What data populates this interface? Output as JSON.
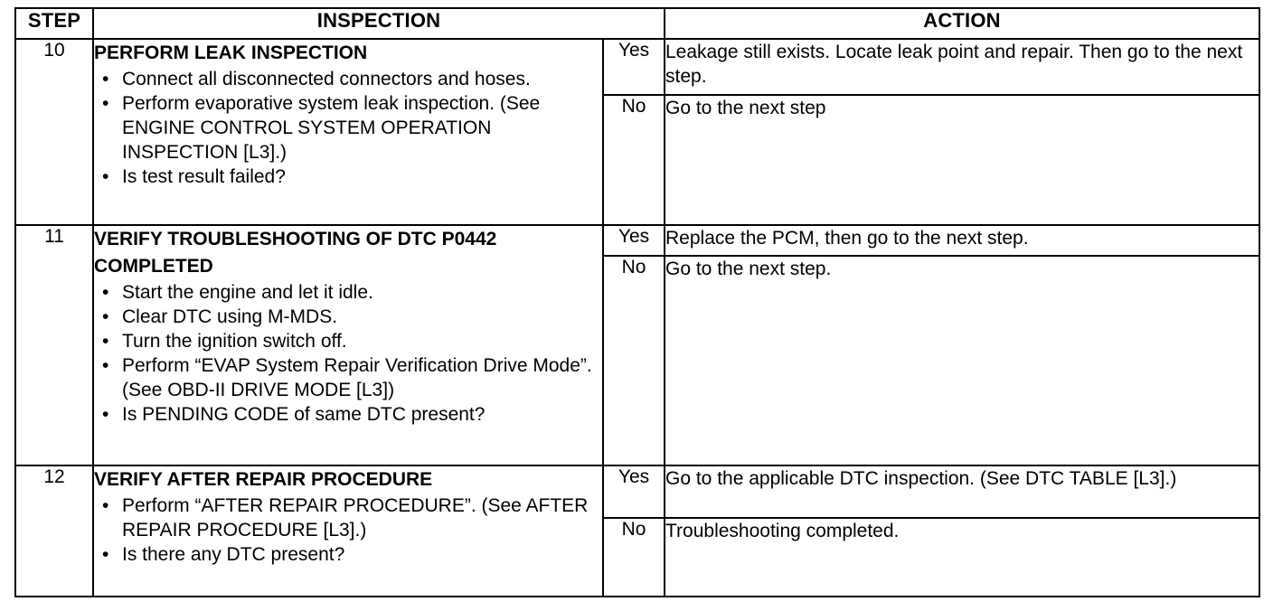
{
  "header": {
    "step": "STEP",
    "inspection": "INSPECTION",
    "action": "ACTION"
  },
  "steps": [
    {
      "number": "10",
      "title": "PERFORM LEAK INSPECTION",
      "bullets": [
        "Connect all disconnected connectors and hoses.",
        "Perform evaporative system leak inspection. (See ENGINE CONTROL SYSTEM OPERATION INSPECTION [L3].)",
        "Is test result failed?"
      ],
      "yes_label": "Yes",
      "yes_action": "Leakage still exists. Locate leak point and repair. Then go to the next step.",
      "no_label": "No",
      "no_action": "Go to the next step"
    },
    {
      "number": "11",
      "title": "VERIFY TROUBLESHOOTING OF DTC P0442 COMPLETED",
      "bullets": [
        "Start the engine and let it idle.",
        "Clear DTC using M-MDS.",
        "Turn the ignition switch off.",
        "Perform “EVAP System Repair Verification Drive Mode”.",
        "Is PENDING CODE of same DTC present?"
      ],
      "note": "(See OBD-II DRIVE MODE [L3])",
      "yes_label": "Yes",
      "yes_action": "Replace the PCM, then go to the next step.",
      "no_label": "No",
      "no_action": "Go to the next step."
    },
    {
      "number": "12",
      "title": "VERIFY AFTER REPAIR PROCEDURE",
      "bullets": [
        "Perform “AFTER REPAIR PROCEDURE”. (See AFTER REPAIR PROCEDURE [L3].)",
        "Is there any DTC present?"
      ],
      "yes_label": "Yes",
      "yes_action": "Go to the applicable DTC inspection. (See DTC TABLE [L3].)",
      "no_label": "No",
      "no_action": "Troubleshooting completed."
    }
  ],
  "bullet_glyph": "•"
}
